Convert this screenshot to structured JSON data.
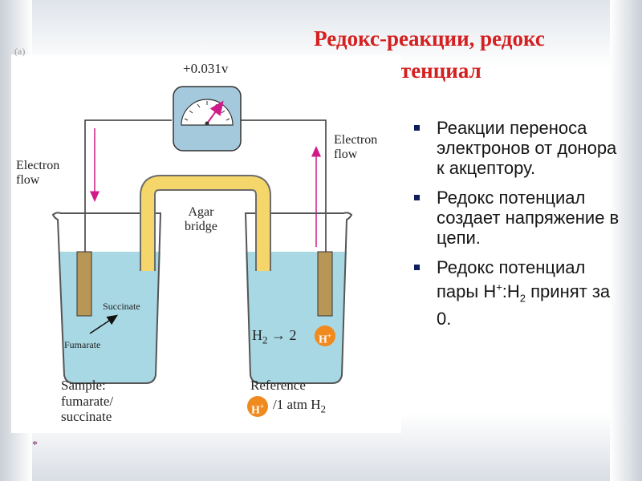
{
  "title": {
    "line1": "Редокс-реакции, редокс",
    "line2": "потенциал"
  },
  "figure": {
    "corner_label": "(a)",
    "voltmeter_reading": "+0.031v",
    "electron_flow_left_1": "Electron",
    "electron_flow_left_2": "flow",
    "electron_flow_right_1": "Electron",
    "electron_flow_right_2": "flow",
    "bridge_label_1": "Agar",
    "bridge_label_2": "bridge",
    "succinate": "Succinate",
    "fumarate": "Fumarate",
    "h2": "H",
    "h2_sub": "2",
    "arrow_coef": "→ 2",
    "h_plus": "H",
    "h_plus_sup": "+",
    "sample_1": "Sample:",
    "sample_2": "fumarate/",
    "sample_3": "succinate",
    "reference_1": "Reference",
    "reference_2": "/1 atm H",
    "reference_2_sub": "2",
    "colors": {
      "solution": "#a8d8e4",
      "bridge": "#f5d66a",
      "electrode": "#b89656",
      "arrow": "#d11a8a",
      "ion": "#f08a1e"
    }
  },
  "bullets": [
    "Реакции переноса электронов от донора к акцептору.",
    "Редокс потенциал создает напряжение в цепи."
  ],
  "bullet3": {
    "text_a": "Редокс потенциал  пары ",
    "h": "H",
    "h_sup": "+",
    "colon_h": ":H",
    "h_sub": "2",
    "text_b": "  принят за 0."
  },
  "footer": "*"
}
